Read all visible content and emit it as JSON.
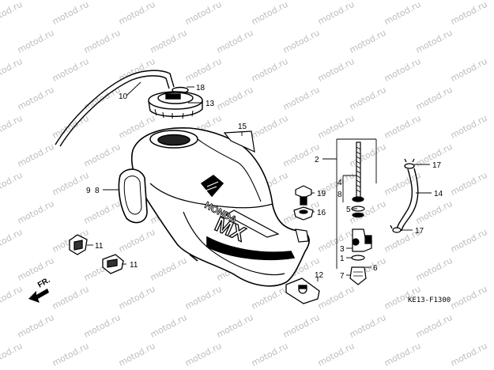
{
  "watermark": "motod.ru",
  "diagram_code": "KE13-F1300",
  "direction_label": "FR.",
  "tank_brand": "HONDA",
  "tank_model": "MX",
  "callouts": {
    "n10": "10",
    "n18": "18",
    "n13": "13",
    "n15": "15",
    "n9": "9",
    "n8": "8",
    "n11a": "11",
    "n11b": "11",
    "n12": "12",
    "n19": "19",
    "n16": "16",
    "n2": "2",
    "n4": "4",
    "n8b": "8",
    "n5": "5",
    "n3": "3",
    "n1": "1",
    "n6": "6",
    "n7": "7",
    "n17a": "17",
    "n14": "14",
    "n17b": "17"
  }
}
